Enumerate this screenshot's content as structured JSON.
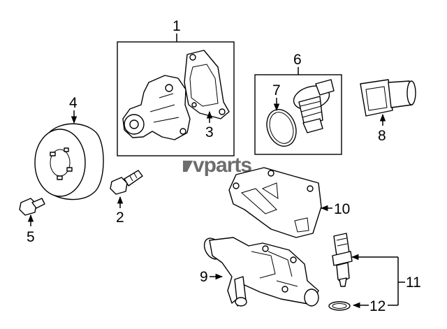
{
  "watermark": "vparts",
  "callouts": {
    "c1": "1",
    "c2": "2",
    "c3": "3",
    "c4": "4",
    "c5": "5",
    "c6": "6",
    "c7": "7",
    "c8": "8",
    "c9": "9",
    "c10": "10",
    "c11": "11",
    "c12": "12"
  },
  "colors": {
    "ink": "#000000",
    "watermark": "#6d6d6d",
    "background": "#ffffff"
  }
}
